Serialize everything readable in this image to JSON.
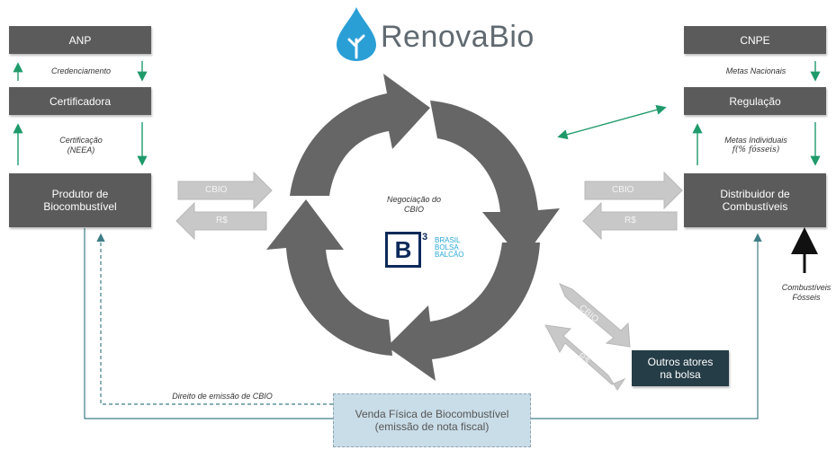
{
  "logo": {
    "name": "RenovaBio"
  },
  "left": {
    "anp": "ANP",
    "credenciamento": "Credenciamento",
    "certificadora": "Certificadora",
    "certificacao_l1": "Certificação",
    "certificacao_l2": "(NEEA)",
    "produtor_l1": "Produtor de",
    "produtor_l2": "Biocombustível"
  },
  "right": {
    "cnpe": "CNPE",
    "metas_nacionais": "Metas Nacionais",
    "regulacao": "Regulação",
    "metas_individuais": "Metas Individuais",
    "formula": "f(% fósseis)",
    "distribuidor_l1": "Distribuidor de",
    "distribuidor_l2": "Combustíveis",
    "combustiveis_l1": "Combustíveis",
    "combustiveis_l2": "Fósseis"
  },
  "center": {
    "negociacao_l1": "Negociação do",
    "negociacao_l2": "CBIO",
    "b3_mark": "B",
    "b3_sup": "3",
    "b3_l1": "BRASIL",
    "b3_l2": "BOLSA",
    "b3_l3": "BALCÃO"
  },
  "flows": {
    "cbio": "CBIO",
    "reais": "R$"
  },
  "outros_l1": "Outros atores",
  "outros_l2": "na bolsa",
  "direito": "Direito de emissão de CBIO",
  "venda_l1": "Venda Física de Biocombustível",
  "venda_l2": "(emissão de nota fiscal)",
  "colors": {
    "box": "#5b5b5b",
    "dark_box": "#253d47",
    "sale_box": "#c9dde8",
    "green": "#1f9a6b",
    "flow_arrow": "#c8c8c8",
    "cycle": "#666666",
    "drop": "#2a9fd6"
  }
}
